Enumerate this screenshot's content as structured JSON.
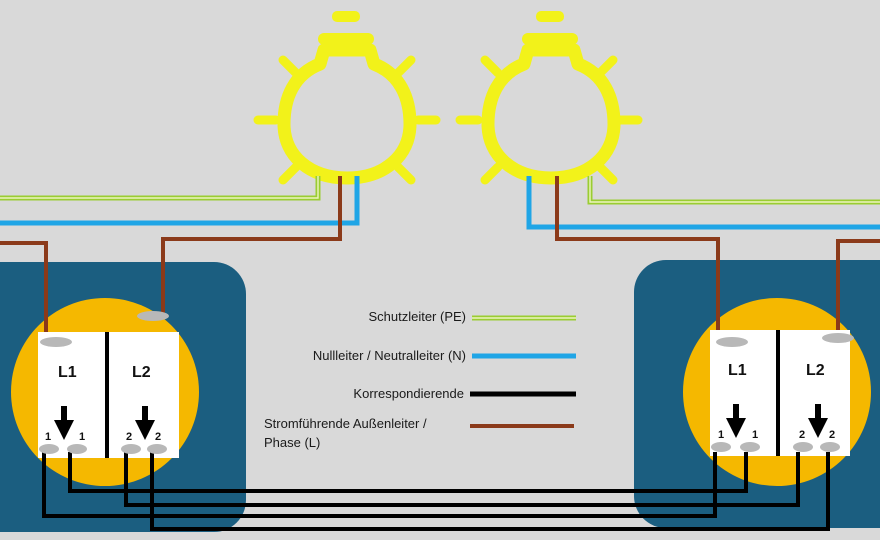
{
  "legend": {
    "pe": "Schutzleiter (PE)",
    "n": "Nullleiter / Neutralleiter (N)",
    "korr": "Korrespondierende",
    "phase_line1": "Stromführende Außenleiter /",
    "phase_line2": "Phase (L)"
  },
  "switch_left": {
    "l1": "L1",
    "l2": "L2",
    "t1a": "1",
    "t1b": "1",
    "t2a": "2",
    "t2b": "2"
  },
  "switch_right": {
    "l1": "L1",
    "l2": "L2",
    "t1a": "1",
    "t1b": "1",
    "t2a": "2",
    "t2b": "2"
  },
  "colors": {
    "background": "#d9d9d9",
    "bulb": "#f2f21a",
    "pe": "#9acd32",
    "neutral": "#1fa5e6",
    "corresponding": "#000000",
    "phase": "#8b3a1a",
    "box": "#1b5e80",
    "switch_ring": "#f5b800"
  },
  "icons": [
    "light-bulb-icon",
    "arrow-down-icon"
  ]
}
